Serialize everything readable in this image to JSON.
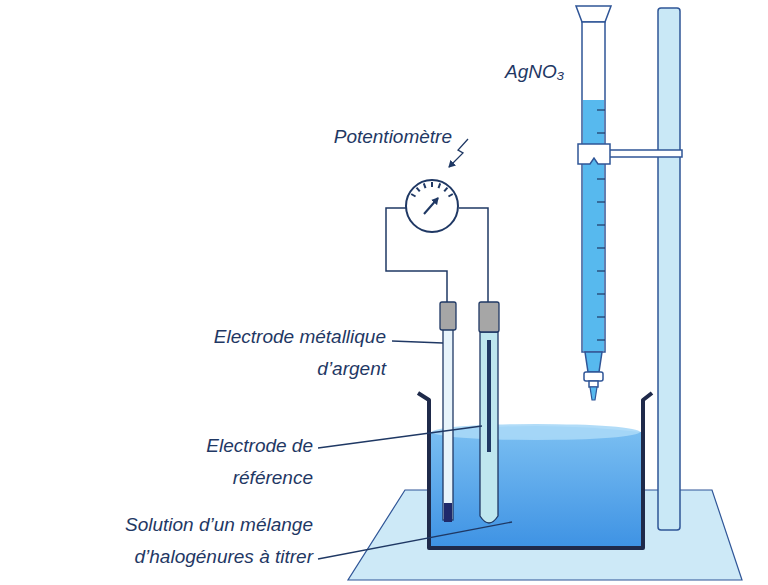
{
  "diagram": {
    "labels": [
      "AgNO₃",
      "Potentiomètre",
      "Electrode métallique d’argent",
      "Electrode de référence",
      "Solution d’un mélange d’halogénures à titrer"
    ]
  }
}
